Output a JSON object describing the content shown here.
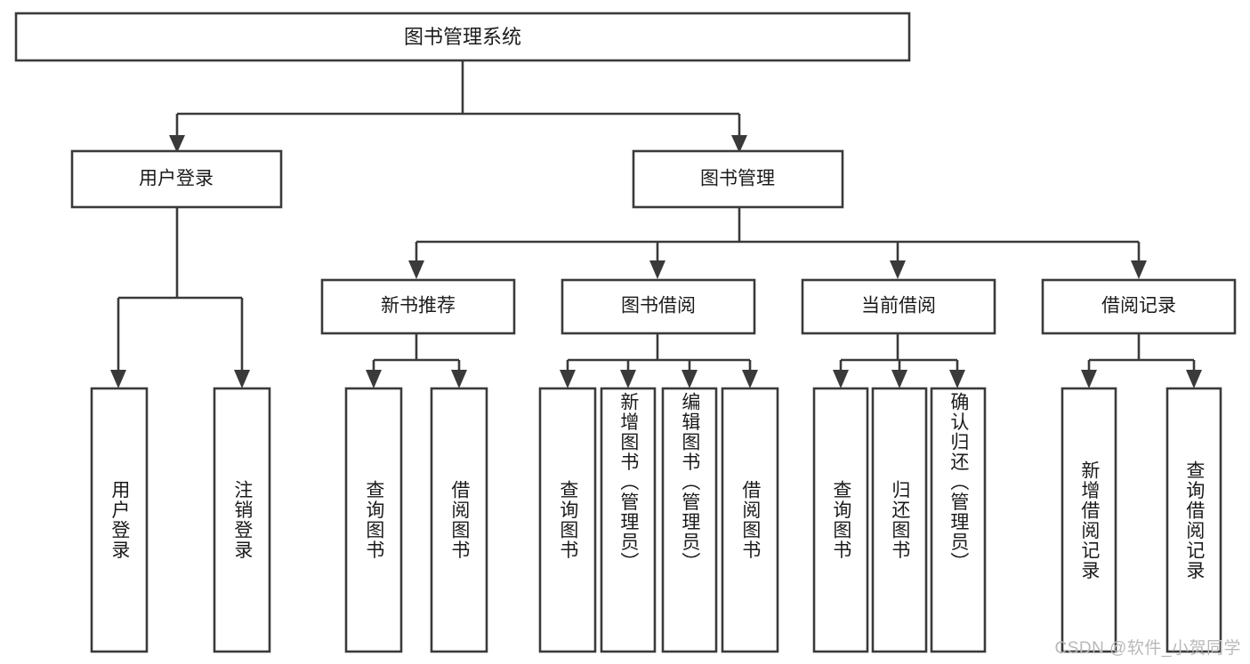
{
  "diagram": {
    "type": "tree-hierarchy",
    "title": "图书管理系统",
    "watermark": "CSDN @软件_小贺同学",
    "colors": {
      "box_stroke": "#3a3a3a",
      "box_fill": "#ffffff",
      "text": "#1b1b1b",
      "background": "#ffffff",
      "watermark": "#b9b9b9"
    },
    "levels": {
      "level0": [
        {
          "id": "root",
          "label": "图书管理系统"
        }
      ],
      "level1": [
        {
          "id": "user-login",
          "label": "用户登录"
        },
        {
          "id": "book-manage",
          "label": "图书管理"
        }
      ],
      "level2": [
        {
          "id": "new-book-rec",
          "label": "新书推荐"
        },
        {
          "id": "book-borrow",
          "label": "图书借阅"
        },
        {
          "id": "current-borrow",
          "label": "当前借阅"
        },
        {
          "id": "borrow-record",
          "label": "借阅记录"
        }
      ],
      "level3": [
        {
          "id": "leaf-user-login",
          "label": "用户登录",
          "parent": "user-login"
        },
        {
          "id": "leaf-logout",
          "label": "注销登录",
          "parent": "user-login"
        },
        {
          "id": "leaf-query-book-1",
          "label": "查询图书",
          "parent": "new-book-rec"
        },
        {
          "id": "leaf-borrow-book-1",
          "label": "借阅图书",
          "parent": "new-book-rec"
        },
        {
          "id": "leaf-query-book-2",
          "label": "查询图书",
          "parent": "book-borrow"
        },
        {
          "id": "leaf-add-book",
          "label": "新增图书（管理员）",
          "parent": "book-borrow"
        },
        {
          "id": "leaf-edit-book",
          "label": "编辑图书（管理员）",
          "parent": "book-borrow"
        },
        {
          "id": "leaf-borrow-book-2",
          "label": "借阅图书",
          "parent": "book-borrow"
        },
        {
          "id": "leaf-query-book-3",
          "label": "查询图书",
          "parent": "current-borrow"
        },
        {
          "id": "leaf-return-book",
          "label": "归还图书",
          "parent": "current-borrow"
        },
        {
          "id": "leaf-confirm-return",
          "label": "确认归还（管理员）",
          "parent": "current-borrow"
        },
        {
          "id": "leaf-add-record",
          "label": "新增借阅记录",
          "parent": "borrow-record"
        },
        {
          "id": "leaf-query-record",
          "label": "查询借阅记录",
          "parent": "borrow-record"
        }
      ]
    }
  }
}
